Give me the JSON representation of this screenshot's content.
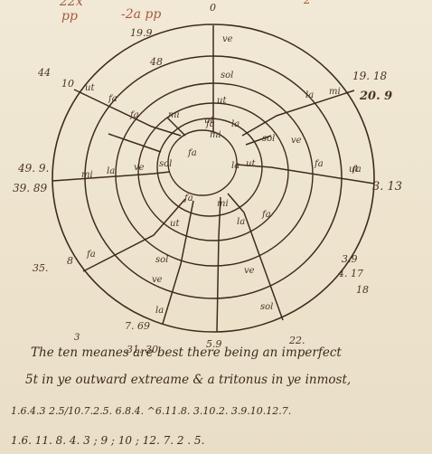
{
  "header": {
    "top_fragment_1": "22x",
    "top_fragment_2": "-2a pp",
    "top_fragment_3": "pp",
    "top_number": "0",
    "top_fragment_4": "2"
  },
  "diagram": {
    "syllables": {
      "outer_top_ve": "ve",
      "outer_top_sol": "sol",
      "outer_top_ut": "ut",
      "ring2_top_fa": "fa",
      "ring3_top_mi": "mi",
      "core_top_la": "la",
      "outer_left_ut": "ut",
      "ring2_left_fa": "fa",
      "ring3_left_fa": "fa",
      "ring4_left_mi": "mi",
      "outer_right_la": "la",
      "outer_right_mi": "mi",
      "ring2_right_ve": "ve",
      "ring3_right_sol": "sol",
      "ring4_right_ut": "ut",
      "left_mid_mi": "mi",
      "left_mid_la": "la",
      "left_mid_ve": "ve",
      "left_mid_sol": "sol",
      "right_mid_fa": "fa",
      "right_mid_la": "la",
      "right_mid_fa2": "fa",
      "right_mid_ut": "ut",
      "lower_left_fa": "fa",
      "lower_left_sol": "sol",
      "lower_left_ut": "ut",
      "lower_left_ve": "ve",
      "lower_left_la": "la",
      "lower_right_la": "la",
      "lower_right_fa": "fa",
      "lower_right_mi": "mi",
      "lower_right_ve": "ve",
      "lower_right_sol": "sol",
      "bottom_fa": "fa",
      "bottom_ut": "ut",
      "left_edge_fa": "fa"
    },
    "numbers": {
      "n_19_9": "19.9",
      "n_48": "48",
      "n_44": "44",
      "n_10": "10",
      "n_19_18_9": "19. 18",
      "n_20_9": "20. 9",
      "n_49_9": "49. 9.",
      "n_39_89": "39. 89",
      "n_3_13": "3. 13",
      "n_35": "35.",
      "n_8": "8",
      "n_3_9": "3.9",
      "n_4_17": "4. 17",
      "n_18": "18",
      "n_7_69": "7. 69",
      "n_31_30": "31. 30.",
      "n_5_9": "5.9",
      "n_22": "22."
    }
  },
  "text": {
    "line1": "The ten meanes are best there being an imperfect",
    "line1_sup": "3",
    "line2": "5t in ye outward extreame & a tritonus in ye inmost,",
    "line3": "1.6.4.3  2.5/10.7.2.5.   6.8.4.  ^6.11.8.   3.10.2.   3.9.10.12.7.",
    "line4": "1.6. 11. 8. 4. 3 ; 9 ; 10 ; 12. 7. 2 . 5."
  }
}
